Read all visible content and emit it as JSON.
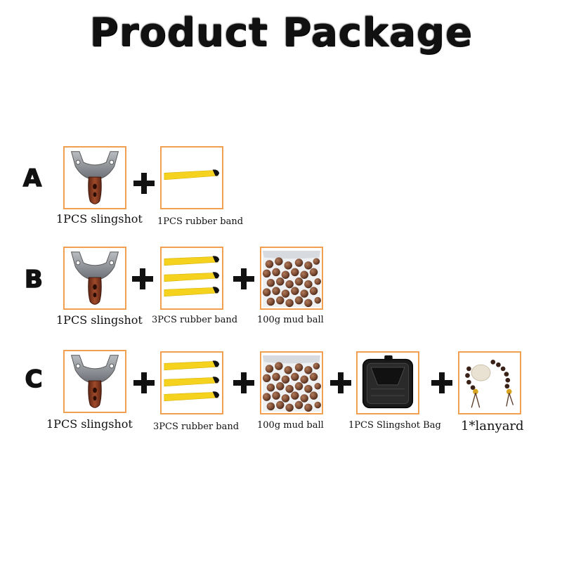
{
  "title": "Product Package",
  "rows": [
    {
      "letter": "A",
      "captions": [
        "1PCS slingshot",
        "1PCS rubber band"
      ]
    },
    {
      "letter": "B",
      "captions": [
        "1PCS slingshot",
        "3PCS rubber band",
        "100g mud ball"
      ]
    },
    {
      "letter": "C",
      "captions": [
        "1PCS slingshot",
        "3PCS rubber band",
        "100g mud ball",
        "1PCS Slingshot Bag",
        "1*lanyard"
      ]
    }
  ],
  "colors": {
    "tile_border": "#f0a050",
    "band": "#f4d21e",
    "wood": "#8a3a22",
    "metal": "#8b8f95",
    "mud": "#7a4a32"
  },
  "icons": [
    "slingshot-icon",
    "rubber-band-icon",
    "mud-ball-icon",
    "slingshot-bag-icon",
    "lanyard-icon"
  ]
}
